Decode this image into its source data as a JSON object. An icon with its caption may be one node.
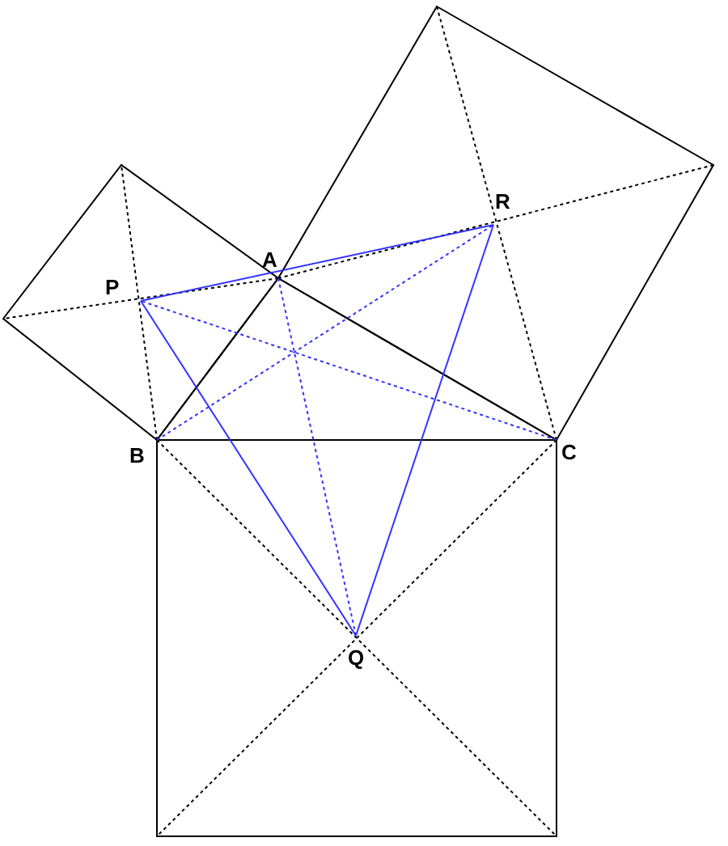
{
  "diagram": {
    "nodes": [
      {
        "text": [
          "A"
        ]
      },
      {
        "text": [
          "B"
        ]
      },
      {
        "text": [
          "C"
        ]
      },
      {
        "text": [
          "P"
        ]
      },
      {
        "text": [
          "Q"
        ]
      },
      {
        "text": [
          "R"
        ]
      }
    ],
    "edges": [
      {
        "from": 0,
        "to": 1,
        "arrow": "none",
        "color": "#000000"
      },
      {
        "from": 1,
        "to": 2,
        "arrow": "none",
        "color": "#000000"
      },
      {
        "from": 2,
        "to": 0,
        "arrow": "none",
        "color": "#000000"
      },
      {
        "from": 3,
        "to": 4,
        "arrow": "none",
        "color": "#3333ff"
      },
      {
        "from": 4,
        "to": 5,
        "arrow": "none",
        "color": "#3333ff"
      },
      {
        "from": 5,
        "to": 3,
        "arrow": "none",
        "color": "#3333ff"
      },
      {
        "from": 0,
        "to": 4,
        "arrow": "none",
        "style": "dashed",
        "color": "#3333ff"
      },
      {
        "from": 1,
        "to": 5,
        "arrow": "none",
        "style": "dashed",
        "color": "#3333ff"
      },
      {
        "from": 2,
        "to": 3,
        "arrow": "none",
        "style": "dashed",
        "color": "#3333ff"
      }
    ]
  }
}
